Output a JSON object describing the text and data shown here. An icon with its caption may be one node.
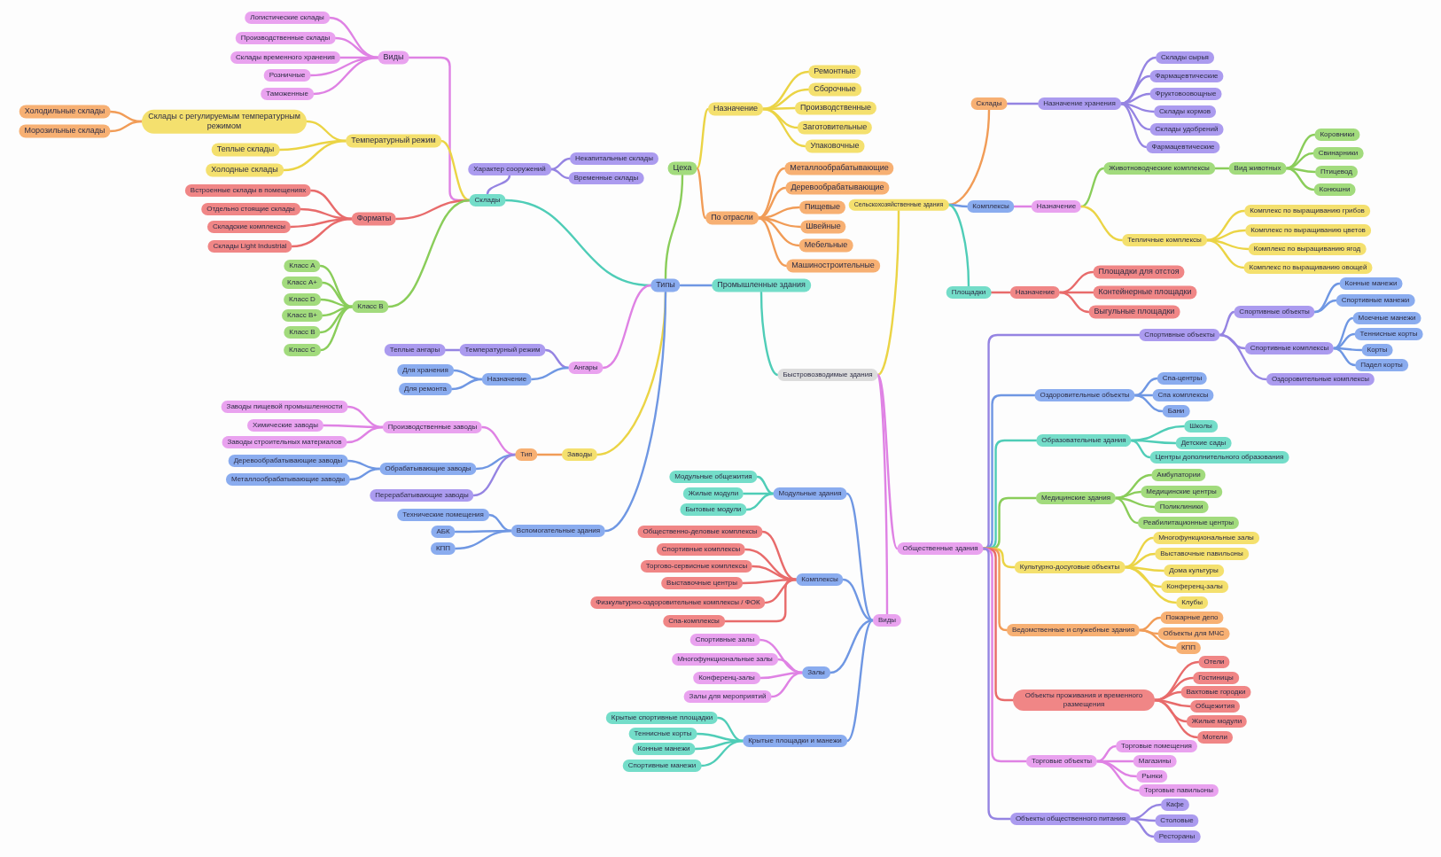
{
  "diagram": {
    "nodes": [
      {
        "text": [
          "Типы"
        ]
      },
      {
        "text": [
          "Склады"
        ]
      },
      {
        "text": [
          "Виды"
        ]
      },
      {
        "text": [
          "Логистические склады"
        ]
      },
      {
        "text": [
          "Производственные склады"
        ]
      },
      {
        "text": [
          "Склады временного хранения"
        ]
      },
      {
        "text": [
          "Розничные"
        ]
      },
      {
        "text": [
          "Таможенные"
        ]
      },
      {
        "text": [
          "Температурный режим"
        ]
      },
      {
        "text": [
          "Склады с регулируемым температурным режимом"
        ]
      },
      {
        "text": [
          "Холодильные склады"
        ]
      },
      {
        "text": [
          "Морозильные склады"
        ]
      },
      {
        "text": [
          "Теплые склады"
        ]
      },
      {
        "text": [
          "Холодные склады"
        ]
      },
      {
        "text": [
          "Характер сооружений"
        ]
      },
      {
        "text": [
          "Некапитальные склады"
        ]
      },
      {
        "text": [
          "Временные склады"
        ]
      },
      {
        "text": [
          "Форматы"
        ]
      },
      {
        "text": [
          "Встроенные склады в помещениях"
        ]
      },
      {
        "text": [
          "Отдельно стоящие склады"
        ]
      },
      {
        "text": [
          "Складские комплексы"
        ]
      },
      {
        "text": [
          "Склады Light Industrial"
        ]
      },
      {
        "text": [
          "Класс В"
        ]
      },
      {
        "text": [
          "Класс А"
        ]
      },
      {
        "text": [
          "Класс А+"
        ]
      },
      {
        "text": [
          "Класс D"
        ]
      },
      {
        "text": [
          "Класс В+"
        ]
      },
      {
        "text": [
          "Класс В"
        ]
      },
      {
        "text": [
          "Класс С"
        ]
      },
      {
        "text": [
          "Цеха"
        ]
      },
      {
        "text": [
          "Назначение"
        ]
      },
      {
        "text": [
          "Ремонтные"
        ]
      },
      {
        "text": [
          "Сборочные"
        ]
      },
      {
        "text": [
          "Производственные"
        ]
      },
      {
        "text": [
          "Заготовительные"
        ]
      },
      {
        "text": [
          "Упаковочные"
        ]
      },
      {
        "text": [
          "По отрасли"
        ]
      },
      {
        "text": [
          "Металлообрабатывающие"
        ]
      },
      {
        "text": [
          "Деревообрабатывающие"
        ]
      },
      {
        "text": [
          "Пищевые"
        ]
      },
      {
        "text": [
          "Швейные"
        ]
      },
      {
        "text": [
          "Мебельные"
        ]
      },
      {
        "text": [
          "Машиностроительные"
        ]
      },
      {
        "text": [
          "Промышленные здания"
        ]
      },
      {
        "text": [
          "Быстровозводимые здания"
        ]
      },
      {
        "text": [
          "Сельскохозяйственные здания"
        ]
      },
      {
        "text": [
          "Склады"
        ]
      },
      {
        "text": [
          "Назначение хранения"
        ]
      },
      {
        "text": [
          "Склады сырья"
        ]
      },
      {
        "text": [
          "Фармацевтические"
        ]
      },
      {
        "text": [
          "Фруктовоовощные"
        ]
      },
      {
        "text": [
          "Склады кормов"
        ]
      },
      {
        "text": [
          "Склады удобрений"
        ]
      },
      {
        "text": [
          "Фармацевтические"
        ]
      },
      {
        "text": [
          "Комплексы"
        ]
      },
      {
        "text": [
          "Назначение"
        ]
      },
      {
        "text": [
          "Животноводческие комплексы"
        ]
      },
      {
        "text": [
          "Вид животных"
        ]
      },
      {
        "text": [
          "Коровники"
        ]
      },
      {
        "text": [
          "Свинарники"
        ]
      },
      {
        "text": [
          "Птицевод"
        ]
      },
      {
        "text": [
          "Конюшни"
        ]
      },
      {
        "text": [
          "Тепличные комплексы"
        ]
      },
      {
        "text": [
          "Комплекс по выращиванию грибов"
        ]
      },
      {
        "text": [
          "Комплекс по выращиванию цветов"
        ]
      },
      {
        "text": [
          "Комплекс по выращиванию ягод"
        ]
      },
      {
        "text": [
          "Комплекс по выращиванию овощей"
        ]
      },
      {
        "text": [
          "Площадки"
        ]
      },
      {
        "text": [
          "Назначение"
        ]
      },
      {
        "text": [
          "Площадки для отстоя"
        ]
      },
      {
        "text": [
          "Контейнерные площадки"
        ]
      },
      {
        "text": [
          "Выгульные площадки"
        ]
      },
      {
        "text": [
          "Общественные здания"
        ]
      },
      {
        "text": [
          "Спортивные объекты"
        ]
      },
      {
        "text": [
          "Спортивные объекты"
        ]
      },
      {
        "text": [
          "Конные манежи"
        ]
      },
      {
        "text": [
          "Спортивные манежи"
        ]
      },
      {
        "text": [
          "Спортивные комплексы"
        ]
      },
      {
        "text": [
          "Моечные манежи"
        ]
      },
      {
        "text": [
          "Теннисные корты"
        ]
      },
      {
        "text": [
          "Корты"
        ]
      },
      {
        "text": [
          "Падел корты"
        ]
      },
      {
        "text": [
          "Оздоровительные комплексы"
        ]
      },
      {
        "text": [
          "Оздоровительные объекты"
        ]
      },
      {
        "text": [
          "Спа-центры"
        ]
      },
      {
        "text": [
          "Спа комплексы"
        ]
      },
      {
        "text": [
          "Бани"
        ]
      },
      {
        "text": [
          "Образовательные здания"
        ]
      },
      {
        "text": [
          "Школы"
        ]
      },
      {
        "text": [
          "Детские сады"
        ]
      },
      {
        "text": [
          "Центры дополнительного образования"
        ]
      },
      {
        "text": [
          "Медицинские здания"
        ]
      },
      {
        "text": [
          "Амбулатории"
        ]
      },
      {
        "text": [
          "Медицинские центры"
        ]
      },
      {
        "text": [
          "Поликлиники"
        ]
      },
      {
        "text": [
          "Реабилитационные центры"
        ]
      },
      {
        "text": [
          "Культурно-досуговые объекты"
        ]
      },
      {
        "text": [
          "Многофункциональные залы"
        ]
      },
      {
        "text": [
          "Выставочные павильоны"
        ]
      },
      {
        "text": [
          "Дома культуры"
        ]
      },
      {
        "text": [
          "Конференц-залы"
        ]
      },
      {
        "text": [
          "Клубы"
        ]
      },
      {
        "text": [
          "Ведомственные и служебные здания"
        ]
      },
      {
        "text": [
          "Пожарные депо"
        ]
      },
      {
        "text": [
          "Объекты для МЧС"
        ]
      },
      {
        "text": [
          "КПП"
        ]
      },
      {
        "text": [
          "Объекты проживания и временного размещения"
        ]
      },
      {
        "text": [
          "Отели"
        ]
      },
      {
        "text": [
          "Гостиницы"
        ]
      },
      {
        "text": [
          "Вахтовые городки"
        ]
      },
      {
        "text": [
          "Общежития"
        ]
      },
      {
        "text": [
          "Жилые модули"
        ]
      },
      {
        "text": [
          "Мотели"
        ]
      },
      {
        "text": [
          "Торговые объекты"
        ]
      },
      {
        "text": [
          "Торговые помещения"
        ]
      },
      {
        "text": [
          "Магазины"
        ]
      },
      {
        "text": [
          "Рынки"
        ]
      },
      {
        "text": [
          "Торговые павильоны"
        ]
      },
      {
        "text": [
          "Объекты общественного питания"
        ]
      },
      {
        "text": [
          "Кафе"
        ]
      },
      {
        "text": [
          "Столовые"
        ]
      },
      {
        "text": [
          "Рестораны"
        ]
      },
      {
        "text": [
          "Виды"
        ]
      },
      {
        "text": [
          "Модульные здания"
        ]
      },
      {
        "text": [
          "Модульные общежития"
        ]
      },
      {
        "text": [
          "Жилые модули"
        ]
      },
      {
        "text": [
          "Бытовые модули"
        ]
      },
      {
        "text": [
          "Комплексы"
        ]
      },
      {
        "text": [
          "Общественно-деловые комплексы"
        ]
      },
      {
        "text": [
          "Спортивные комплексы"
        ]
      },
      {
        "text": [
          "Торгово-сервисные комплексы"
        ]
      },
      {
        "text": [
          "Выставочные центры"
        ]
      },
      {
        "text": [
          "Физкультурно-оздоровительные комплексы / ФОК"
        ]
      },
      {
        "text": [
          "Спа-комплексы"
        ]
      },
      {
        "text": [
          "Залы"
        ]
      },
      {
        "text": [
          "Спортивные залы"
        ]
      },
      {
        "text": [
          "Многофункциональные залы"
        ]
      },
      {
        "text": [
          "Конференц-залы"
        ]
      },
      {
        "text": [
          "Залы для мероприятий"
        ]
      },
      {
        "text": [
          "Крытые площадки и манежи"
        ]
      },
      {
        "text": [
          "Крытые спортивные площадки"
        ]
      },
      {
        "text": [
          "Теннисные корты"
        ]
      },
      {
        "text": [
          "Конные манежи"
        ]
      },
      {
        "text": [
          "Спортивные манежи"
        ]
      },
      {
        "text": [
          "Ангары"
        ]
      },
      {
        "text": [
          "Температурный режим"
        ]
      },
      {
        "text": [
          "Теплые ангары"
        ]
      },
      {
        "text": [
          "Назначение"
        ]
      },
      {
        "text": [
          "Для хранения"
        ]
      },
      {
        "text": [
          "Для ремонта"
        ]
      },
      {
        "text": [
          "Заводы"
        ]
      },
      {
        "text": [
          "Тип"
        ]
      },
      {
        "text": [
          "Производственные заводы"
        ]
      },
      {
        "text": [
          "Заводы пищевой промышленности"
        ]
      },
      {
        "text": [
          "Химические заводы"
        ]
      },
      {
        "text": [
          "Заводы строительных материалов"
        ]
      },
      {
        "text": [
          "Обрабатывающие заводы"
        ]
      },
      {
        "text": [
          "Деревообрабатывающие заводы"
        ]
      },
      {
        "text": [
          "Металлообрабатывающие заводы"
        ]
      },
      {
        "text": [
          "Перерабатывающие заводы"
        ]
      },
      {
        "text": [
          "Вспомогательные здания"
        ]
      },
      {
        "text": [
          "Технические помещения"
        ]
      },
      {
        "text": [
          "АБК"
        ]
      },
      {
        "text": [
          "КПП"
        ]
      }
    ],
    "edges": [
      {
        "from": 0,
        "to": 1,
        "arrow": "none",
        "color": "#4fcdb7"
      },
      {
        "from": 0,
        "to": 29,
        "arrow": "none",
        "color": "#8acd5a"
      },
      {
        "from": 0,
        "to": 43,
        "arrow": "none",
        "color": "#6f97e3"
      },
      {
        "from": 0,
        "to": 144,
        "arrow": "none",
        "color": "#df82e4"
      },
      {
        "from": 0,
        "to": 150,
        "arrow": "none",
        "color": "#ebd445"
      },
      {
        "from": 0,
        "to": 160,
        "arrow": "none",
        "color": "#6f97e3"
      },
      {
        "from": 1,
        "to": 2,
        "arrow": "none",
        "color": "#df82e4"
      },
      {
        "from": 1,
        "to": 8,
        "arrow": "none",
        "color": "#ebd445"
      },
      {
        "from": 1,
        "to": 14,
        "arrow": "none",
        "color": "#9584e2"
      },
      {
        "from": 1,
        "to": 17,
        "arrow": "none",
        "color": "#e86b6b"
      },
      {
        "from": 1,
        "to": 22,
        "arrow": "none",
        "color": "#8acd5a"
      },
      {
        "from": 2,
        "to": 3,
        "arrow": "none",
        "color": "#df82e4"
      },
      {
        "from": 2,
        "to": 4,
        "arrow": "none",
        "color": "#df82e4"
      },
      {
        "from": 2,
        "to": 5,
        "arrow": "none",
        "color": "#df82e4"
      },
      {
        "from": 2,
        "to": 6,
        "arrow": "none",
        "color": "#df82e4"
      },
      {
        "from": 2,
        "to": 7,
        "arrow": "none",
        "color": "#df82e4"
      },
      {
        "from": 8,
        "to": 9,
        "arrow": "none",
        "color": "#ebd445"
      },
      {
        "from": 8,
        "to": 12,
        "arrow": "none",
        "color": "#ebd445"
      },
      {
        "from": 8,
        "to": 13,
        "arrow": "none",
        "color": "#ebd445"
      },
      {
        "from": 9,
        "to": 10,
        "arrow": "none",
        "color": "#f19c57"
      },
      {
        "from": 9,
        "to": 11,
        "arrow": "none",
        "color": "#f19c57"
      },
      {
        "from": 14,
        "to": 15,
        "arrow": "none",
        "color": "#9584e2"
      },
      {
        "from": 14,
        "to": 16,
        "arrow": "none",
        "color": "#9584e2"
      },
      {
        "from": 17,
        "to": 18,
        "arrow": "none",
        "color": "#e86b6b"
      },
      {
        "from": 17,
        "to": 19,
        "arrow": "none",
        "color": "#e86b6b"
      },
      {
        "from": 17,
        "to": 20,
        "arrow": "none",
        "color": "#e86b6b"
      },
      {
        "from": 17,
        "to": 21,
        "arrow": "none",
        "color": "#e86b6b"
      },
      {
        "from": 22,
        "to": 23,
        "arrow": "none",
        "color": "#8acd5a"
      },
      {
        "from": 22,
        "to": 24,
        "arrow": "none",
        "color": "#8acd5a"
      },
      {
        "from": 22,
        "to": 25,
        "arrow": "none",
        "color": "#8acd5a"
      },
      {
        "from": 22,
        "to": 26,
        "arrow": "none",
        "color": "#8acd5a"
      },
      {
        "from": 22,
        "to": 27,
        "arrow": "none",
        "color": "#8acd5a"
      },
      {
        "from": 22,
        "to": 28,
        "arrow": "none",
        "color": "#8acd5a"
      },
      {
        "from": 29,
        "to": 30,
        "arrow": "none",
        "color": "#ebd445"
      },
      {
        "from": 29,
        "to": 36,
        "arrow": "none",
        "color": "#f19c57"
      },
      {
        "from": 30,
        "to": 31,
        "arrow": "none",
        "color": "#ebd445"
      },
      {
        "from": 30,
        "to": 32,
        "arrow": "none",
        "color": "#ebd445"
      },
      {
        "from": 30,
        "to": 33,
        "arrow": "none",
        "color": "#ebd445"
      },
      {
        "from": 30,
        "to": 34,
        "arrow": "none",
        "color": "#ebd445"
      },
      {
        "from": 30,
        "to": 35,
        "arrow": "none",
        "color": "#ebd445"
      },
      {
        "from": 36,
        "to": 37,
        "arrow": "none",
        "color": "#f19c57"
      },
      {
        "from": 36,
        "to": 38,
        "arrow": "none",
        "color": "#f19c57"
      },
      {
        "from": 36,
        "to": 39,
        "arrow": "none",
        "color": "#f19c57"
      },
      {
        "from": 36,
        "to": 40,
        "arrow": "none",
        "color": "#f19c57"
      },
      {
        "from": 36,
        "to": 41,
        "arrow": "none",
        "color": "#f19c57"
      },
      {
        "from": 36,
        "to": 42,
        "arrow": "none",
        "color": "#f19c57"
      },
      {
        "from": 43,
        "to": 44,
        "arrow": "none",
        "color": "#4fcdb7"
      },
      {
        "from": 44,
        "to": 45,
        "arrow": "none",
        "color": "#ebd445"
      },
      {
        "from": 44,
        "to": 72,
        "arrow": "none",
        "color": "#df82e4"
      },
      {
        "from": 44,
        "to": 122,
        "arrow": "none",
        "color": "#df82e4"
      },
      {
        "from": 45,
        "to": 46,
        "arrow": "none",
        "color": "#f19c57"
      },
      {
        "from": 45,
        "to": 54,
        "arrow": "none",
        "color": "#6f97e3"
      },
      {
        "from": 45,
        "to": 67,
        "arrow": "none",
        "color": "#4fcdb7"
      },
      {
        "from": 46,
        "to": 47,
        "arrow": "none",
        "color": "#9584e2"
      },
      {
        "from": 47,
        "to": 48,
        "arrow": "none",
        "color": "#9584e2"
      },
      {
        "from": 47,
        "to": 49,
        "arrow": "none",
        "color": "#9584e2"
      },
      {
        "from": 47,
        "to": 50,
        "arrow": "none",
        "color": "#9584e2"
      },
      {
        "from": 47,
        "to": 51,
        "arrow": "none",
        "color": "#9584e2"
      },
      {
        "from": 47,
        "to": 52,
        "arrow": "none",
        "color": "#9584e2"
      },
      {
        "from": 47,
        "to": 53,
        "arrow": "none",
        "color": "#9584e2"
      },
      {
        "from": 54,
        "to": 55,
        "arrow": "none",
        "color": "#df82e4"
      },
      {
        "from": 55,
        "to": 56,
        "arrow": "none",
        "color": "#8acd5a"
      },
      {
        "from": 55,
        "to": 62,
        "arrow": "none",
        "color": "#ebd445"
      },
      {
        "from": 56,
        "to": 57,
        "arrow": "none",
        "color": "#8acd5a"
      },
      {
        "from": 57,
        "to": 58,
        "arrow": "none",
        "color": "#8acd5a"
      },
      {
        "from": 57,
        "to": 59,
        "arrow": "none",
        "color": "#8acd5a"
      },
      {
        "from": 57,
        "to": 60,
        "arrow": "none",
        "color": "#8acd5a"
      },
      {
        "from": 57,
        "to": 61,
        "arrow": "none",
        "color": "#8acd5a"
      },
      {
        "from": 62,
        "to": 63,
        "arrow": "none",
        "color": "#ebd445"
      },
      {
        "from": 62,
        "to": 64,
        "arrow": "none",
        "color": "#ebd445"
      },
      {
        "from": 62,
        "to": 65,
        "arrow": "none",
        "color": "#ebd445"
      },
      {
        "from": 62,
        "to": 66,
        "arrow": "none",
        "color": "#ebd445"
      },
      {
        "from": 67,
        "to": 68,
        "arrow": "none",
        "color": "#e86b6b"
      },
      {
        "from": 68,
        "to": 69,
        "arrow": "none",
        "color": "#e86b6b"
      },
      {
        "from": 68,
        "to": 70,
        "arrow": "none",
        "color": "#e86b6b"
      },
      {
        "from": 68,
        "to": 71,
        "arrow": "none",
        "color": "#e86b6b"
      },
      {
        "from": 72,
        "to": 73,
        "arrow": "none",
        "color": "#9584e2"
      },
      {
        "from": 72,
        "to": 83,
        "arrow": "none",
        "color": "#6f97e3"
      },
      {
        "from": 72,
        "to": 87,
        "arrow": "none",
        "color": "#4fcdb7"
      },
      {
        "from": 72,
        "to": 91,
        "arrow": "none",
        "color": "#8acd5a"
      },
      {
        "from": 72,
        "to": 96,
        "arrow": "none",
        "color": "#ebd445"
      },
      {
        "from": 72,
        "to": 102,
        "arrow": "none",
        "color": "#f19c57"
      },
      {
        "from": 72,
        "to": 106,
        "arrow": "none",
        "color": "#e86b6b"
      },
      {
        "from": 72,
        "to": 113,
        "arrow": "none",
        "color": "#df82e4"
      },
      {
        "from": 72,
        "to": 118,
        "arrow": "none",
        "color": "#9584e2"
      },
      {
        "from": 73,
        "to": 74,
        "arrow": "none",
        "color": "#9584e2"
      },
      {
        "from": 73,
        "to": 77,
        "arrow": "none",
        "color": "#9584e2"
      },
      {
        "from": 73,
        "to": 82,
        "arrow": "none",
        "color": "#9584e2"
      },
      {
        "from": 74,
        "to": 75,
        "arrow": "none",
        "color": "#6f97e3"
      },
      {
        "from": 74,
        "to": 76,
        "arrow": "none",
        "color": "#6f97e3"
      },
      {
        "from": 77,
        "to": 78,
        "arrow": "none",
        "color": "#6f97e3"
      },
      {
        "from": 77,
        "to": 79,
        "arrow": "none",
        "color": "#6f97e3"
      },
      {
        "from": 77,
        "to": 80,
        "arrow": "none",
        "color": "#6f97e3"
      },
      {
        "from": 77,
        "to": 81,
        "arrow": "none",
        "color": "#6f97e3"
      },
      {
        "from": 83,
        "to": 84,
        "arrow": "none",
        "color": "#6f97e3"
      },
      {
        "from": 83,
        "to": 85,
        "arrow": "none",
        "color": "#6f97e3"
      },
      {
        "from": 83,
        "to": 86,
        "arrow": "none",
        "color": "#6f97e3"
      },
      {
        "from": 87,
        "to": 88,
        "arrow": "none",
        "color": "#4fcdb7"
      },
      {
        "from": 87,
        "to": 89,
        "arrow": "none",
        "color": "#4fcdb7"
      },
      {
        "from": 87,
        "to": 90,
        "arrow": "none",
        "color": "#4fcdb7"
      },
      {
        "from": 91,
        "to": 92,
        "arrow": "none",
        "color": "#8acd5a"
      },
      {
        "from": 91,
        "to": 93,
        "arrow": "none",
        "color": "#8acd5a"
      },
      {
        "from": 91,
        "to": 94,
        "arrow": "none",
        "color": "#8acd5a"
      },
      {
        "from": 91,
        "to": 95,
        "arrow": "none",
        "color": "#8acd5a"
      },
      {
        "from": 96,
        "to": 97,
        "arrow": "none",
        "color": "#ebd445"
      },
      {
        "from": 96,
        "to": 98,
        "arrow": "none",
        "color": "#ebd445"
      },
      {
        "from": 96,
        "to": 99,
        "arrow": "none",
        "color": "#ebd445"
      },
      {
        "from": 96,
        "to": 100,
        "arrow": "none",
        "color": "#ebd445"
      },
      {
        "from": 96,
        "to": 101,
        "arrow": "none",
        "color": "#ebd445"
      },
      {
        "from": 102,
        "to": 103,
        "arrow": "none",
        "color": "#f19c57"
      },
      {
        "from": 102,
        "to": 104,
        "arrow": "none",
        "color": "#f19c57"
      },
      {
        "from": 102,
        "to": 105,
        "arrow": "none",
        "color": "#f19c57"
      },
      {
        "from": 106,
        "to": 107,
        "arrow": "none",
        "color": "#e86b6b"
      },
      {
        "from": 106,
        "to": 108,
        "arrow": "none",
        "color": "#e86b6b"
      },
      {
        "from": 106,
        "to": 109,
        "arrow": "none",
        "color": "#e86b6b"
      },
      {
        "from": 106,
        "to": 110,
        "arrow": "none",
        "color": "#e86b6b"
      },
      {
        "from": 106,
        "to": 111,
        "arrow": "none",
        "color": "#e86b6b"
      },
      {
        "from": 106,
        "to": 112,
        "arrow": "none",
        "color": "#e86b6b"
      },
      {
        "from": 113,
        "to": 114,
        "arrow": "none",
        "color": "#df82e4"
      },
      {
        "from": 113,
        "to": 115,
        "arrow": "none",
        "color": "#df82e4"
      },
      {
        "from": 113,
        "to": 116,
        "arrow": "none",
        "color": "#df82e4"
      },
      {
        "from": 113,
        "to": 117,
        "arrow": "none",
        "color": "#df82e4"
      },
      {
        "from": 118,
        "to": 119,
        "arrow": "none",
        "color": "#9584e2"
      },
      {
        "from": 118,
        "to": 120,
        "arrow": "none",
        "color": "#9584e2"
      },
      {
        "from": 118,
        "to": 121,
        "arrow": "none",
        "color": "#9584e2"
      },
      {
        "from": 122,
        "to": 123,
        "arrow": "none",
        "color": "#6f97e3"
      },
      {
        "from": 122,
        "to": 127,
        "arrow": "none",
        "color": "#6f97e3"
      },
      {
        "from": 122,
        "to": 134,
        "arrow": "none",
        "color": "#6f97e3"
      },
      {
        "from": 122,
        "to": 139,
        "arrow": "none",
        "color": "#6f97e3"
      },
      {
        "from": 123,
        "to": 124,
        "arrow": "none",
        "color": "#4fcdb7"
      },
      {
        "from": 123,
        "to": 125,
        "arrow": "none",
        "color": "#4fcdb7"
      },
      {
        "from": 123,
        "to": 126,
        "arrow": "none",
        "color": "#4fcdb7"
      },
      {
        "from": 127,
        "to": 128,
        "arrow": "none",
        "color": "#e86b6b"
      },
      {
        "from": 127,
        "to": 129,
        "arrow": "none",
        "color": "#e86b6b"
      },
      {
        "from": 127,
        "to": 130,
        "arrow": "none",
        "color": "#e86b6b"
      },
      {
        "from": 127,
        "to": 131,
        "arrow": "none",
        "color": "#e86b6b"
      },
      {
        "from": 127,
        "to": 132,
        "arrow": "none",
        "color": "#e86b6b"
      },
      {
        "from": 127,
        "to": 133,
        "arrow": "none",
        "color": "#e86b6b"
      },
      {
        "from": 134,
        "to": 135,
        "arrow": "none",
        "color": "#df82e4"
      },
      {
        "from": 134,
        "to": 136,
        "arrow": "none",
        "color": "#df82e4"
      },
      {
        "from": 134,
        "to": 137,
        "arrow": "none",
        "color": "#df82e4"
      },
      {
        "from": 134,
        "to": 138,
        "arrow": "none",
        "color": "#df82e4"
      },
      {
        "from": 139,
        "to": 140,
        "arrow": "none",
        "color": "#4fcdb7"
      },
      {
        "from": 139,
        "to": 141,
        "arrow": "none",
        "color": "#4fcdb7"
      },
      {
        "from": 139,
        "to": 142,
        "arrow": "none",
        "color": "#4fcdb7"
      },
      {
        "from": 139,
        "to": 143,
        "arrow": "none",
        "color": "#4fcdb7"
      },
      {
        "from": 144,
        "to": 145,
        "arrow": "none",
        "color": "#9584e2"
      },
      {
        "from": 144,
        "to": 147,
        "arrow": "none",
        "color": "#6f97e3"
      },
      {
        "from": 145,
        "to": 146,
        "arrow": "none",
        "color": "#9584e2"
      },
      {
        "from": 147,
        "to": 148,
        "arrow": "none",
        "color": "#6f97e3"
      },
      {
        "from": 147,
        "to": 149,
        "arrow": "none",
        "color": "#6f97e3"
      },
      {
        "from": 150,
        "to": 151,
        "arrow": "none",
        "color": "#f19c57"
      },
      {
        "from": 151,
        "to": 152,
        "arrow": "none",
        "color": "#df82e4"
      },
      {
        "from": 151,
        "to": 156,
        "arrow": "none",
        "color": "#6f97e3"
      },
      {
        "from": 151,
        "to": 159,
        "arrow": "none",
        "color": "#9584e2"
      },
      {
        "from": 152,
        "to": 153,
        "arrow": "none",
        "color": "#df82e4"
      },
      {
        "from": 152,
        "to": 154,
        "arrow": "none",
        "color": "#df82e4"
      },
      {
        "from": 152,
        "to": 155,
        "arrow": "none",
        "color": "#df82e4"
      },
      {
        "from": 156,
        "to": 157,
        "arrow": "none",
        "color": "#6f97e3"
      },
      {
        "from": 156,
        "to": 158,
        "arrow": "none",
        "color": "#6f97e3"
      },
      {
        "from": 160,
        "to": 161,
        "arrow": "none",
        "color": "#6f97e3"
      },
      {
        "from": 160,
        "to": 162,
        "arrow": "none",
        "color": "#6f97e3"
      },
      {
        "from": 160,
        "to": 163,
        "arrow": "none",
        "color": "#6f97e3"
      }
    ]
  }
}
